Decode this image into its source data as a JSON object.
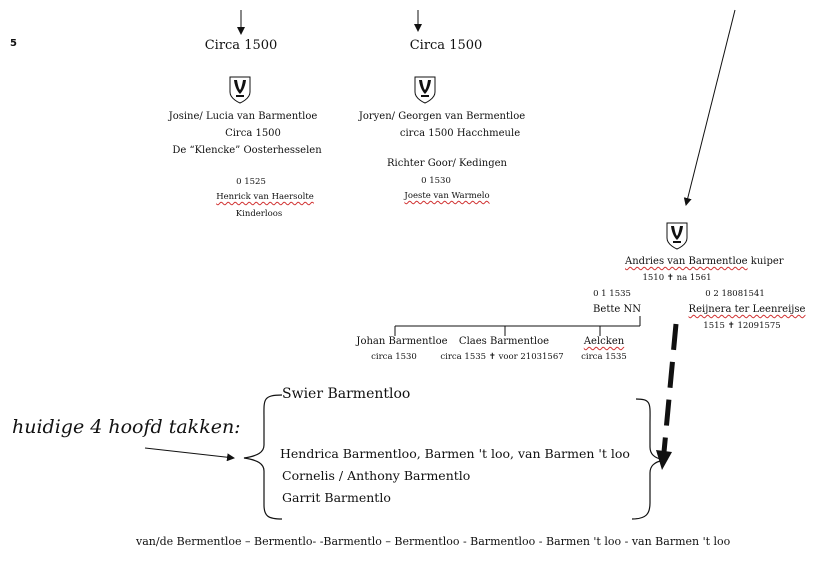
{
  "page_number": "5",
  "left_branch": {
    "circa": "Circa 1500",
    "name_line": "Josine/ Lucia van Barmentloe",
    "date": "Circa 1500",
    "place": "De “Klencke” Oosterhesselen",
    "marriage": "0 1525",
    "spouse": "Henrick van Haersolte",
    "note": "Kinderloos"
  },
  "middle_branch": {
    "circa": "Circa 1500",
    "name_line": "Joryen/ Georgen van Bermentloe",
    "date_place": "circa 1500    Hacchmeule",
    "office": "Richter Goor/ Kedingen",
    "marriage": "0  1530",
    "spouse": "Joeste van Warmelo"
  },
  "right_branch": {
    "name": "Andries van Barmentloe",
    "occupation": "kuiper",
    "dates": "1510 ✝ na 1561",
    "marriage1": "0 1  1535",
    "spouse1": "Bette NN",
    "marriage2": "0 2  18081541",
    "spouse2": "Reijnera ter Leenreijse",
    "spouse2_dates": "1515 ✝ 12091575",
    "children": [
      {
        "name": "Johan Barmentloe",
        "date": "circa 1530"
      },
      {
        "name": "Claes Barmentloe",
        "date": "circa 1535 ✝ voor 21031567"
      },
      {
        "name": "Aelcken",
        "date": "circa 1535"
      }
    ]
  },
  "current_branches": {
    "label": "huidige 4 hoofd takken:",
    "items": [
      "Swier  Barmentloo",
      "Hendrica Barmentloo, Barmen 't loo,  van Barmen 't loo",
      "Cornelis / Anthony Barmentlo",
      "Garrit Barmentlo"
    ]
  },
  "spelling_variants": "van/de  Bermentloe – Bermentlo- -Barmentlo – Bermentloo -  Barmentloo  - Barmen 't loo  - van Barmen 't loo"
}
